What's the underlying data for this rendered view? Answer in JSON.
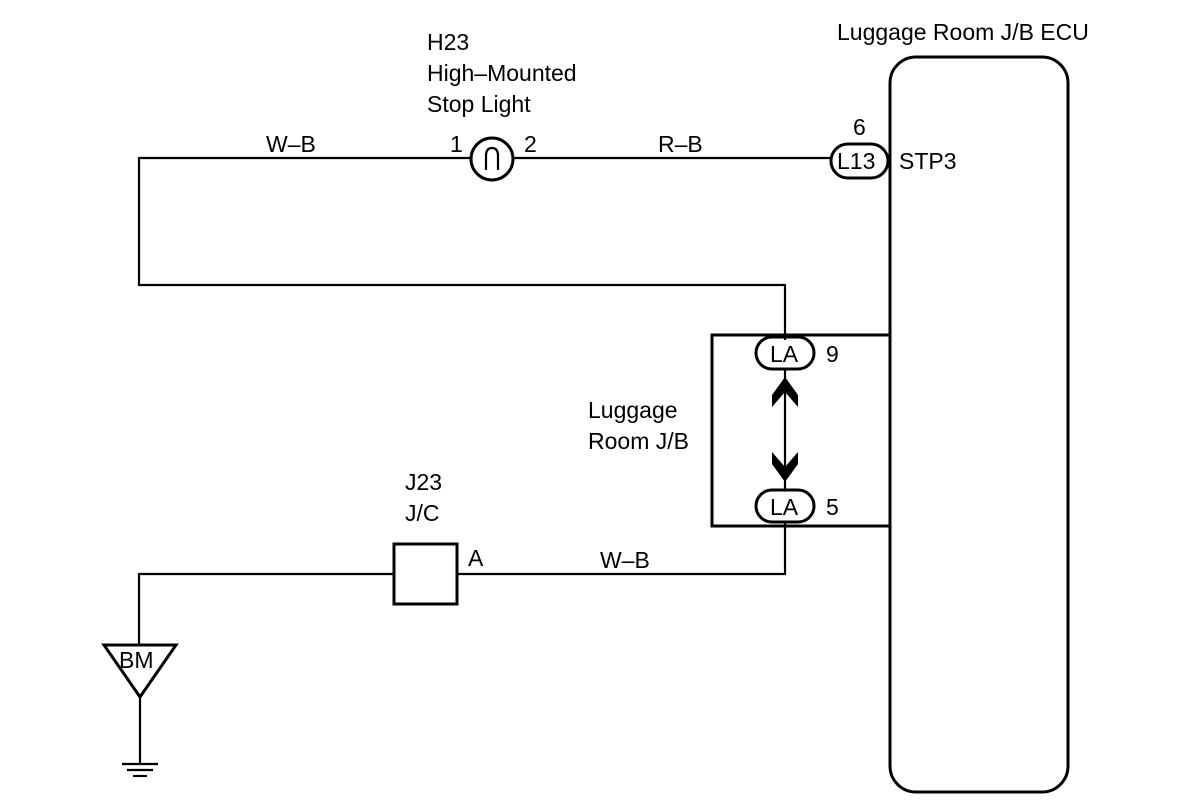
{
  "ecu": {
    "title": "Luggage Room J/B ECU"
  },
  "stop_light": {
    "code": "H23",
    "name_line1": "High–Mounted",
    "name_line2": "Stop Light",
    "pin_left": "1",
    "pin_right": "2"
  },
  "wires": {
    "top_left": "W–B",
    "top_right": "R–B",
    "bottom": "W–B"
  },
  "ecu_connector": {
    "code": "L13",
    "pin": "6",
    "signal": "STP3"
  },
  "junction_block": {
    "name_line1": "Luggage",
    "name_line2": "Room J/B",
    "conn_top": {
      "code": "LA",
      "pin": "9"
    },
    "conn_bottom": {
      "code": "LA",
      "pin": "5"
    }
  },
  "junction_connector": {
    "code": "J23",
    "name": "J/C",
    "pin": "A"
  },
  "ground_point": {
    "code": "BM"
  }
}
